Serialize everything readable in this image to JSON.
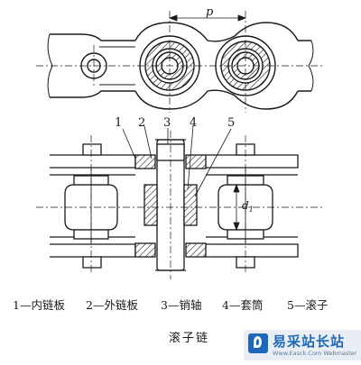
{
  "dimension": {
    "pitch": "p",
    "roller_dia_sub": "1"
  },
  "dimension_roller": {
    "symbol": "d"
  },
  "callouts": [
    "1",
    "2",
    "3",
    "4",
    "5"
  ],
  "legend": [
    "1—内链板",
    "2—外链板",
    "3—销轴",
    "4—套筒",
    "5—滚子"
  ],
  "caption": "滚子链",
  "watermark": {
    "title": "易采站长站",
    "subtitle": "Www.Easck.Com Webmaster",
    "logo_icon": "easck-logo-icon",
    "color": "#1f67b9"
  }
}
